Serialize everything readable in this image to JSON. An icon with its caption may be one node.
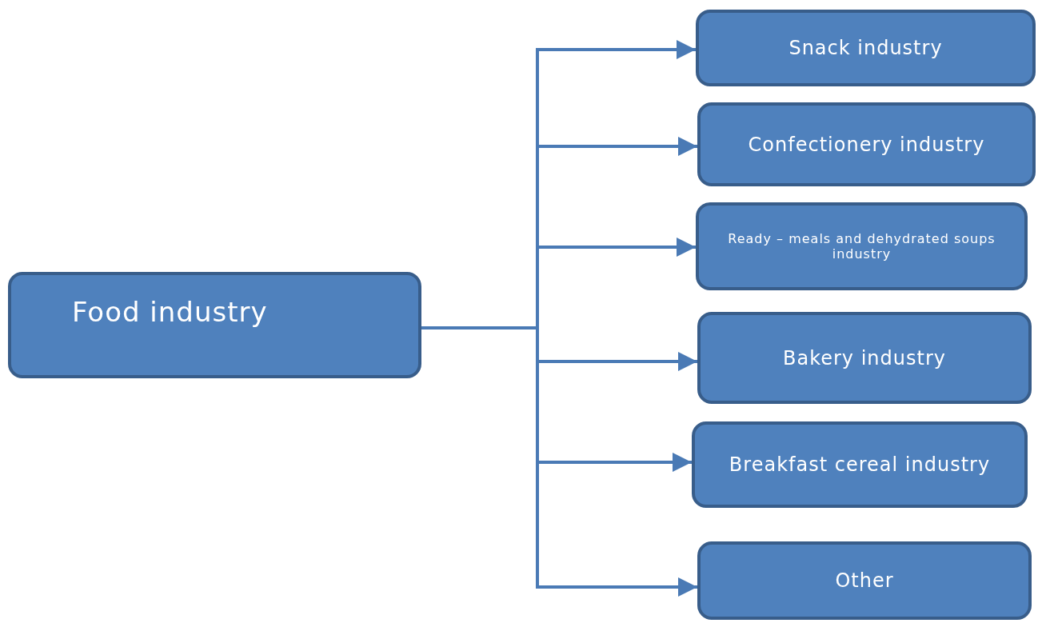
{
  "diagram": {
    "nodes": [
      {
        "text": [
          "Food industry"
        ]
      },
      {
        "text": [
          "Snack industry"
        ]
      },
      {
        "text": [
          "Confectionery industry"
        ]
      },
      {
        "text": [
          "Ready – meals and dehydrated soups industry"
        ]
      },
      {
        "text": [
          "Bakery industry"
        ]
      },
      {
        "text": [
          "Breakfast cereal industry"
        ]
      },
      {
        "text": [
          "Other"
        ]
      }
    ],
    "edges": [
      {
        "from": 0,
        "to": 1,
        "arrow": "to"
      },
      {
        "from": 0,
        "to": 2,
        "arrow": "to"
      },
      {
        "from": 0,
        "to": 3,
        "arrow": "to"
      },
      {
        "from": 0,
        "to": 4,
        "arrow": "to"
      },
      {
        "from": 0,
        "to": 5,
        "arrow": "to"
      },
      {
        "from": 0,
        "to": 6,
        "arrow": "to"
      }
    ]
  }
}
